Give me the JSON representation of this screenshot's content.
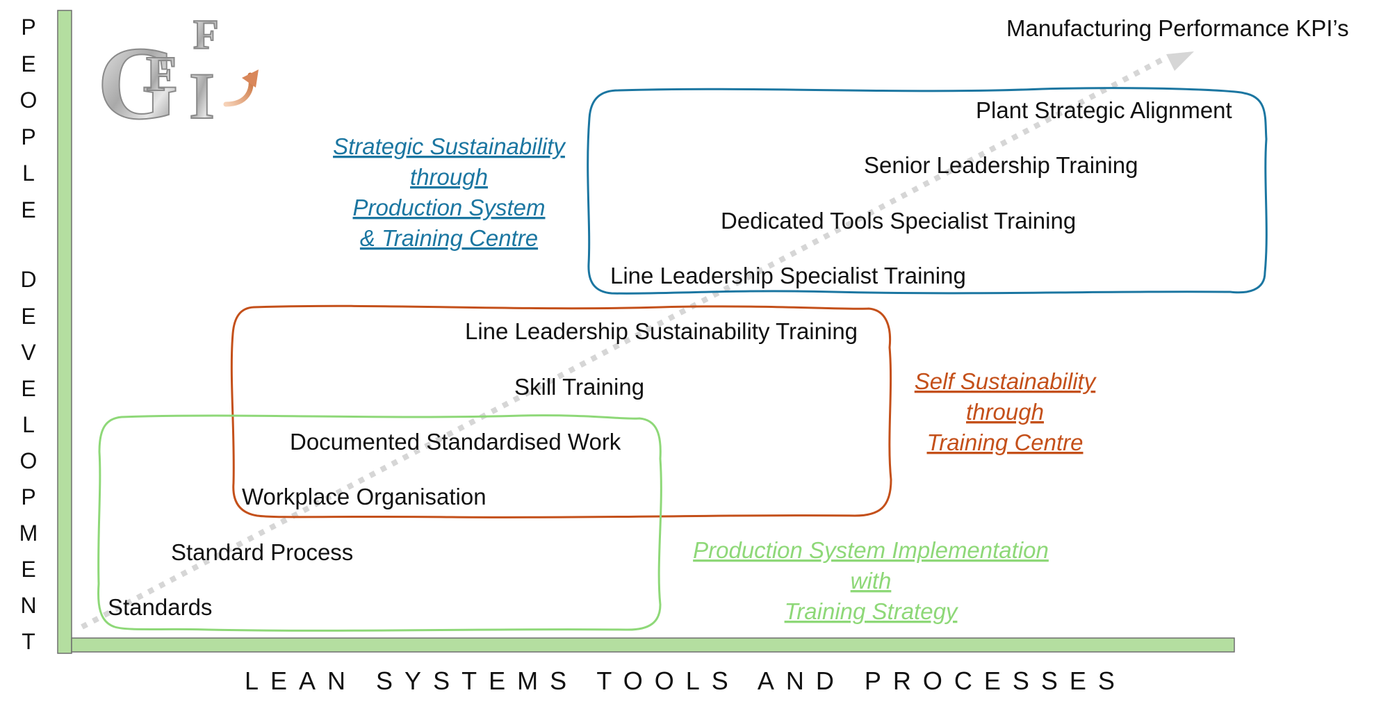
{
  "y_axis_label": "PEOPLE DEVELOPMENT",
  "y_axis_letters": [
    "P",
    "E",
    "O",
    "P",
    "L",
    "E",
    "D",
    "E",
    "V",
    "E",
    "L",
    "O",
    "P",
    "M",
    "E",
    "N",
    "T"
  ],
  "x_axis_label": "LEAN SYSTEMS TOOLS AND PROCESSES",
  "kpi_label": "Manufacturing Performance KPI’s",
  "logo": {
    "letters": "GFFI"
  },
  "colors": {
    "axis_fill": "#b4dea0",
    "blue": "#1b76a1",
    "orange": "#c4501a",
    "green": "#8ed878",
    "arrow": "#d6d6d6"
  },
  "groups": {
    "blue": {
      "annotation": [
        "Strategic Sustainability",
        "through",
        "Production System",
        "& Training Centre"
      ],
      "items": [
        "Plant Strategic Alignment",
        "Senior Leadership Training",
        "Dedicated Tools Specialist Training",
        "Line Leadership Specialist Training"
      ]
    },
    "orange": {
      "annotation": [
        "Self Sustainability",
        "through",
        "Training Centre"
      ],
      "items": [
        "Line Leadership Sustainability Training",
        "Skill Training",
        "Documented Standardised Work",
        "Workplace Organisation"
      ]
    },
    "green": {
      "annotation": [
        "Production System Implementation",
        "with",
        "Training Strategy"
      ],
      "items": [
        "Standard Process",
        "Standards"
      ]
    }
  }
}
